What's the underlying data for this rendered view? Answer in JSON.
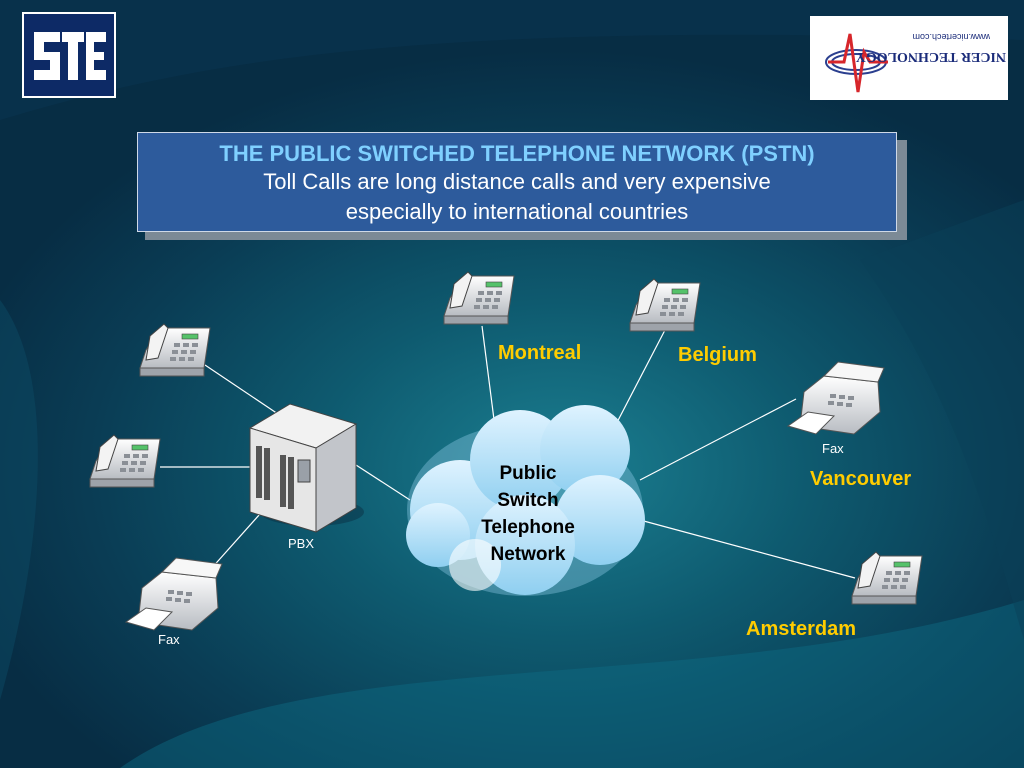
{
  "header": {
    "title_line1": "THE PUBLIC SWITCHED TELEPHONE NETWORK (PSTN)",
    "title_line2": "Toll Calls are long distance calls and very expensive",
    "title_line3": "especially to international countries"
  },
  "logos": {
    "left_text": "STE",
    "right_text": "NICER TECHNOLOGY",
    "right_url": "www.nicertech.com"
  },
  "diagram": {
    "pbx_label": "PBX",
    "fax_left_label": "Fax",
    "fax_right_label": "Fax",
    "cloud_lines": [
      "Public",
      "Switch",
      "Telephone",
      "Network"
    ],
    "cities": {
      "montreal": "Montreal",
      "belgium": "Belgium",
      "vancouver": "Vancouver",
      "amsterdam": "Amsterdam"
    }
  },
  "colors": {
    "title_box": "#2d5b9c",
    "title_accent": "#7fd0ff",
    "city_label": "#ffcc00",
    "logo_left_bg": "#0d2a66",
    "logo_right_accent": "#d7262b"
  }
}
